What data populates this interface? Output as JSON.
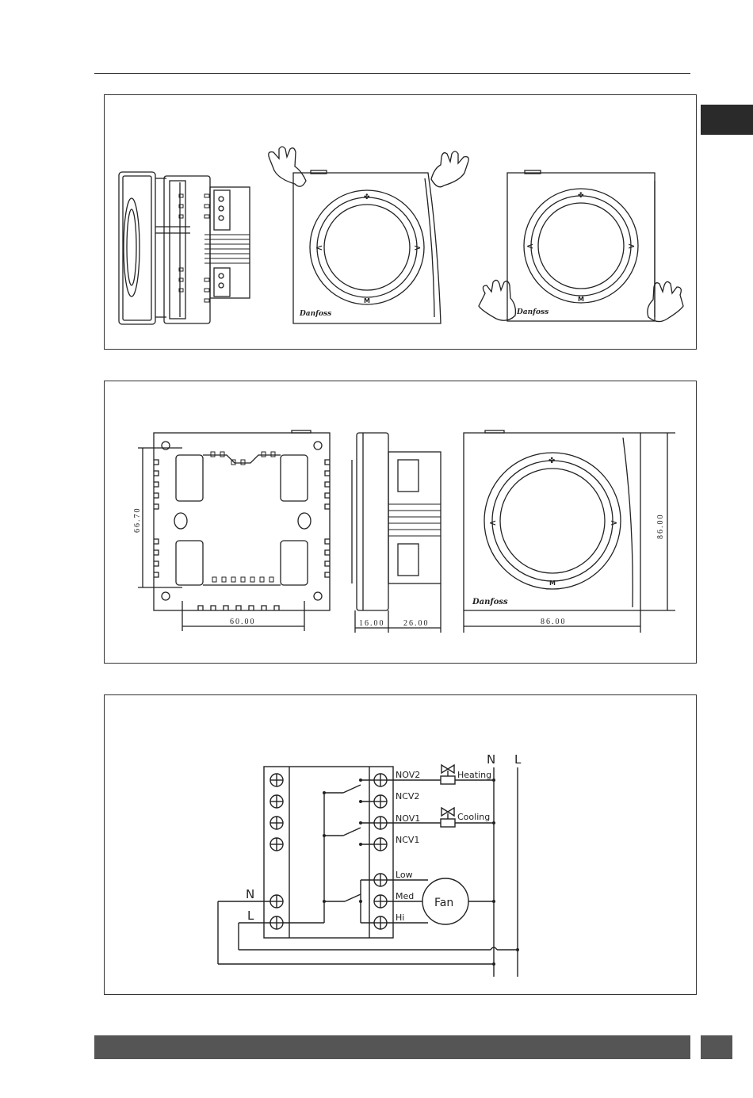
{
  "colors": {
    "tab": "#2a2a2a",
    "footer_bar": "#555555",
    "line": "#222222"
  },
  "mounting": {
    "brand_logo": "Danfoss"
  },
  "dimensions": {
    "height_mount": "66.70",
    "width_mount": "60.00",
    "depth_front": "16.00",
    "depth_back": "26.00",
    "width_total": "86.00",
    "height_total": "86.00"
  },
  "wiring": {
    "terminals_right": [
      "NOV2",
      "NCV2",
      "NOV1",
      "NCV1",
      "Low",
      "Med",
      "Hi"
    ],
    "terminals_left": [
      "N",
      "L"
    ],
    "supply": [
      "N",
      "L"
    ],
    "valve_heating": "Heating",
    "valve_cooling": "Cooling",
    "fan": "Fan"
  },
  "keypad_symbols": {
    "left": "<",
    "right": ">",
    "bottom": "M"
  }
}
